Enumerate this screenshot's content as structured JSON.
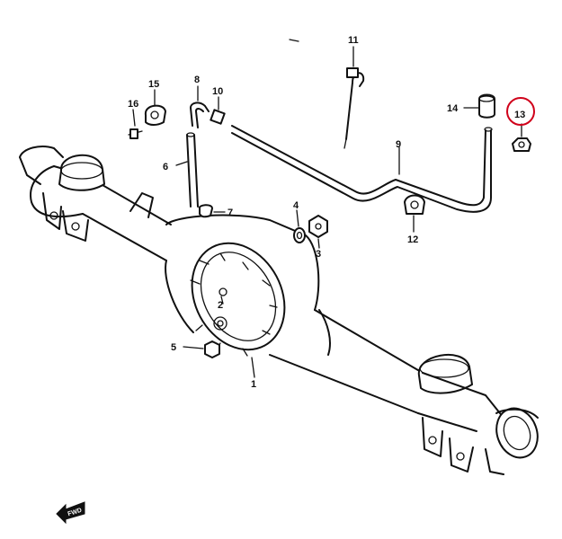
{
  "diagram": {
    "part_labels": {
      "p1": "1",
      "p2": "2",
      "p3": "3",
      "p4": "4",
      "p5": "5",
      "p6": "6",
      "p7": "7",
      "p8": "8",
      "p9": "9",
      "p10": "10",
      "p11": "11",
      "p12": "12",
      "p13": "13",
      "p14": "14",
      "p15": "15",
      "p16": "16"
    },
    "highlighted_part": "13",
    "highlight_color": "#d0021b",
    "direction_badge": "FWD"
  }
}
